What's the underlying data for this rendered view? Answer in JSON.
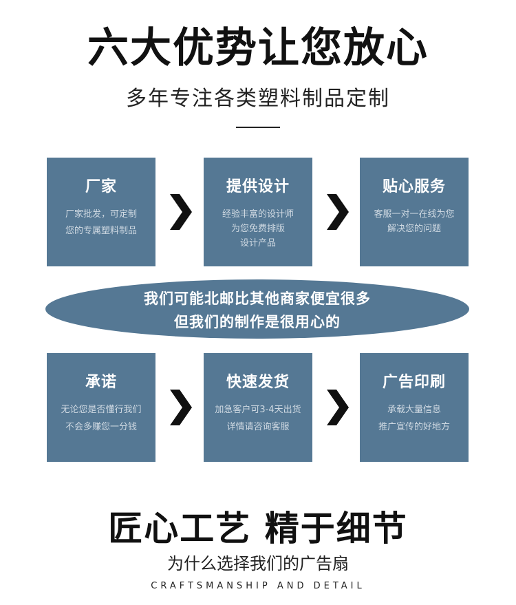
{
  "header": {
    "title": "六大优势让您放心",
    "subtitle": "多年专注各类塑料制品定制"
  },
  "row1": [
    {
      "title": "厂家",
      "lines": [
        "厂家批发，可定制",
        "您的专属塑料制品"
      ]
    },
    {
      "title": "提供设计",
      "lines": [
        "经验丰富的设计师",
        "为您免费排版",
        "设计产品"
      ]
    },
    {
      "title": "贴心服务",
      "lines": [
        "客服一对一在线为您",
        "解决您的问题"
      ]
    }
  ],
  "banner": {
    "line1": "我们可能北邮比其他商家便宜很多",
    "line2": "但我们的制作是很用心的"
  },
  "row2": [
    {
      "title": "承诺",
      "lines": [
        "无论您是否懂行我们",
        "不会多赚您一分钱"
      ]
    },
    {
      "title": "快速发货",
      "lines": [
        "加急客户可3-4天出货",
        "详情请咨询客服"
      ]
    },
    {
      "title": "广告印刷",
      "lines": [
        "承载大量信息",
        "推广宣传的好地方"
      ]
    }
  ],
  "footer": {
    "title": "匠心工艺  精于细节",
    "subtitle": "为什么选择我们的广告扇",
    "english": "CRAFTSMANSHIP AND DETAIL"
  },
  "colors": {
    "card_bg": "#557894",
    "arrow": "#111111"
  },
  "icons": [
    "chevron-right-icon"
  ]
}
